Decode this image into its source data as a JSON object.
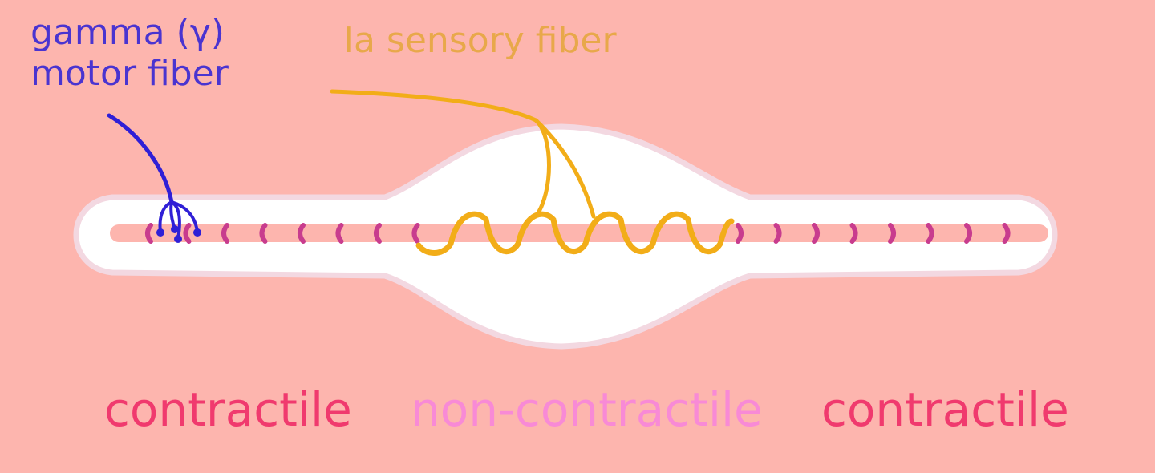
{
  "labels": {
    "gamma_line1": "gamma (γ)",
    "gamma_line2": "motor fiber",
    "ia_sensory": "Ia sensory fiber"
  },
  "regions": {
    "left": "contractile",
    "middle": "non-contractile",
    "right": "contractile"
  },
  "colors": {
    "background": "#fdb5ae",
    "spindle_fill": "#ffffff",
    "spindle_outline": "#f3d8e1",
    "intrafusal_core": "#fdb5ae",
    "striations": "#c83c8e",
    "gamma_fiber": "#2f1fd6",
    "ia_fiber": "#f2ad18",
    "contractile_text": "#f03a6e",
    "noncontractile_text": "#f88ad6",
    "gamma_text": "#4a34d0",
    "ia_text": "#e8a84a"
  }
}
